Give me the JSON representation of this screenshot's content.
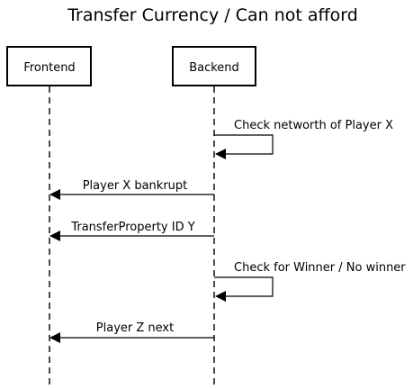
{
  "title": "Transfer Currency / Can not afford",
  "participants": [
    {
      "name": "Frontend"
    },
    {
      "name": "Backend"
    }
  ],
  "messages": [
    {
      "from": "Backend",
      "to": "Backend",
      "label": "Check networth of Player X"
    },
    {
      "from": "Backend",
      "to": "Frontend",
      "label": "Player X bankrupt"
    },
    {
      "from": "Backend",
      "to": "Frontend",
      "label": "TransferProperty ID Y"
    },
    {
      "from": "Backend",
      "to": "Backend",
      "label": "Check for Winner / No winner"
    },
    {
      "from": "Backend",
      "to": "Frontend",
      "label": "Player Z next"
    }
  ]
}
